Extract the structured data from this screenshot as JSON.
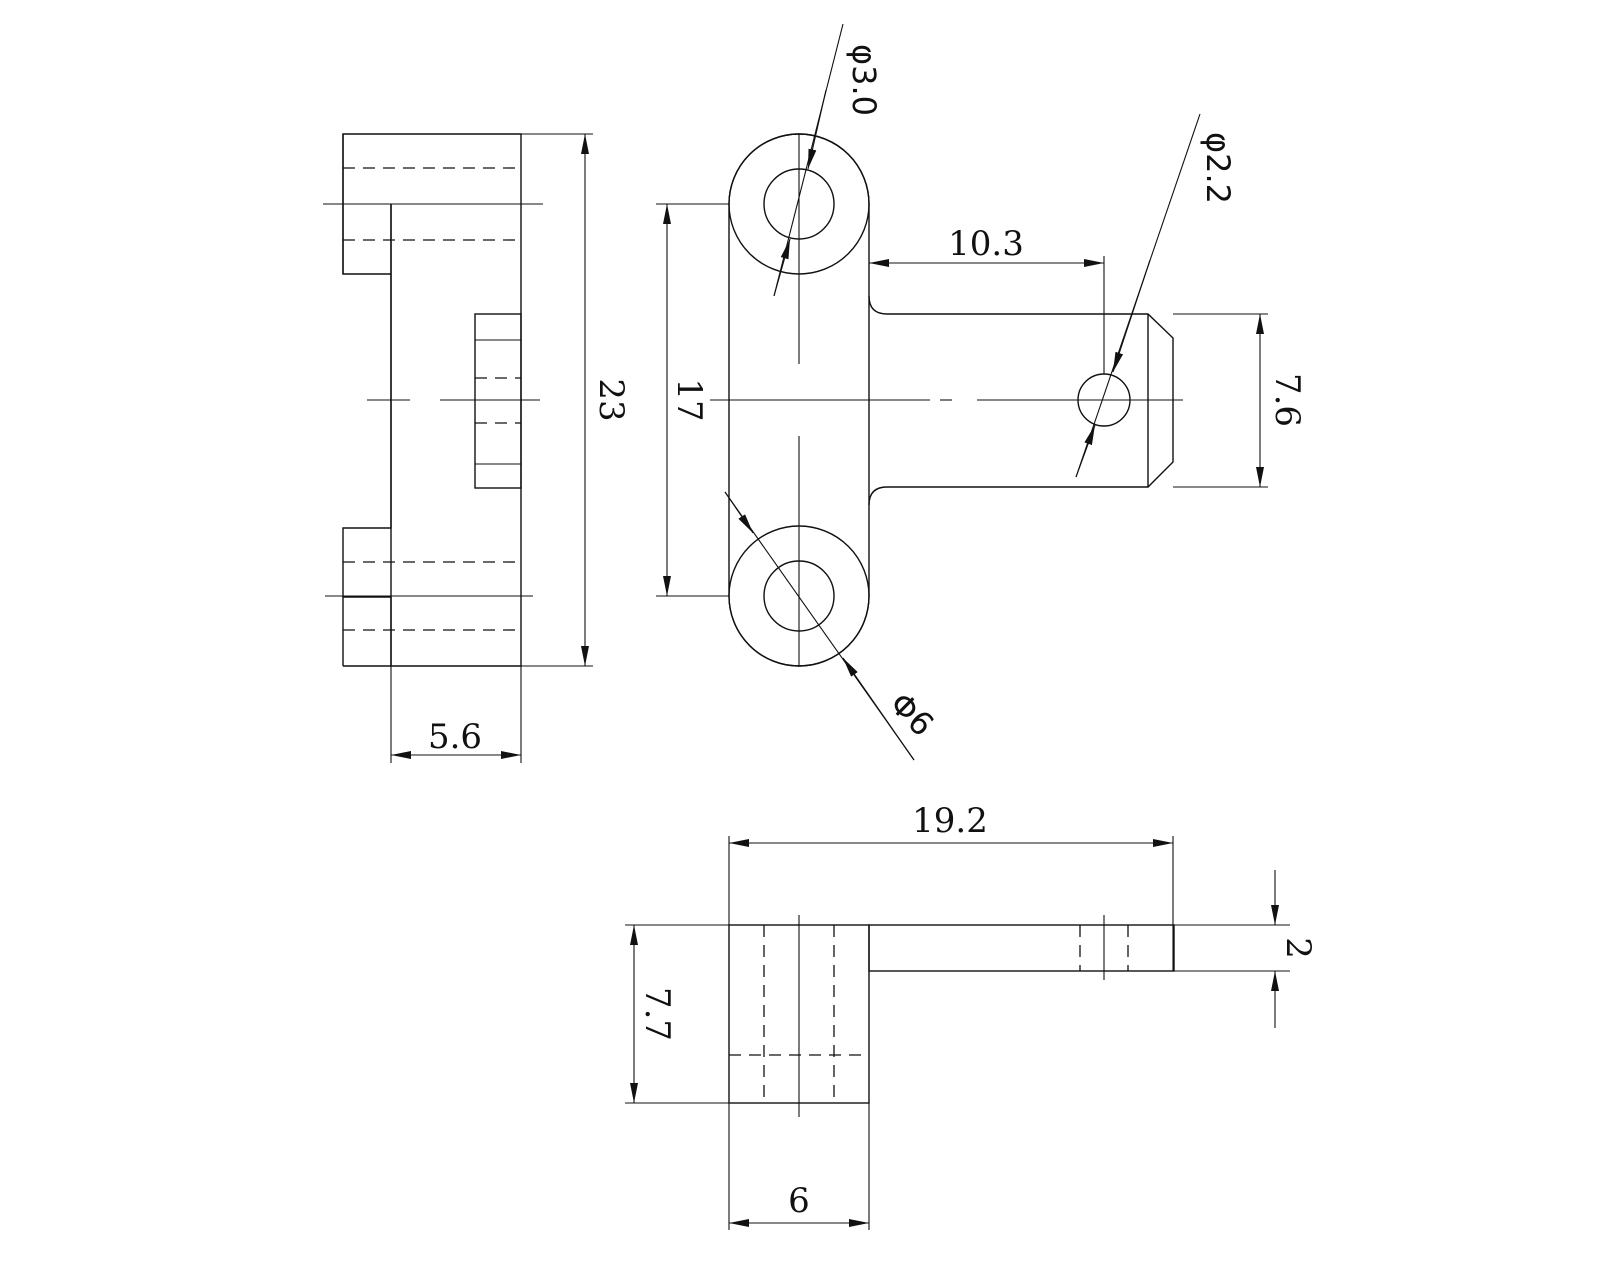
{
  "dimensions": {
    "side_height": "23",
    "side_width": "5.6",
    "hole_spacing": "17",
    "hole_large_dia": "φ3.0",
    "arm_offset": "10.3",
    "pin_hole_dia": "φ2.2",
    "arm_width": "7.6",
    "boss_dia": "Φ6",
    "overall_length": "19.2",
    "arm_thickness": "2",
    "boss_height": "7.7",
    "boss_width": "6"
  }
}
